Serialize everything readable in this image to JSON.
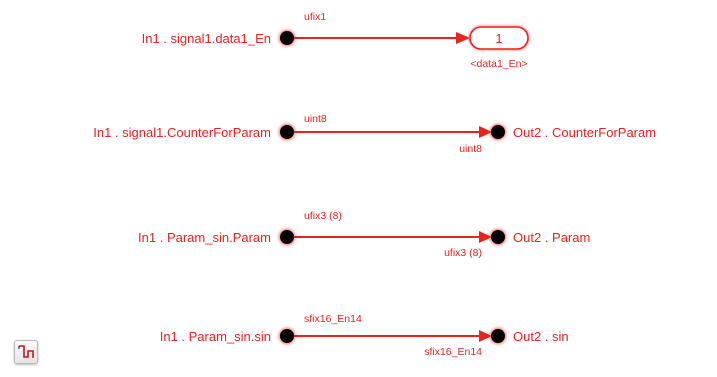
{
  "rows": [
    {
      "input_label": "In1 . signal1.data1_En",
      "type_top": "ufix1",
      "type_bottom": "",
      "output_kind": "outport",
      "output_number": "1",
      "output_label": "<data1_En>"
    },
    {
      "input_label": "In1 . signal1.CounterForParam",
      "type_top": "uint8",
      "type_bottom": "uint8",
      "output_kind": "bus-element",
      "output_label": "Out2 . CounterForParam"
    },
    {
      "input_label": "In1 . Param_sin.Param",
      "type_top": "ufix3 (8)",
      "type_bottom": "ufix3 (8)",
      "output_kind": "bus-element",
      "output_label": "Out2 . Param"
    },
    {
      "input_label": "In1 . Param_sin.sin",
      "type_top": "sfix16_En14",
      "type_bottom": "sfix16_En14",
      "output_kind": "bus-element",
      "output_label": "Out2 . sin"
    }
  ],
  "colors": {
    "signal": "#e8221c",
    "port_fill": "#000000",
    "background": "#ffffff"
  },
  "toolbar": {
    "icon": "signal-routing-icon"
  }
}
